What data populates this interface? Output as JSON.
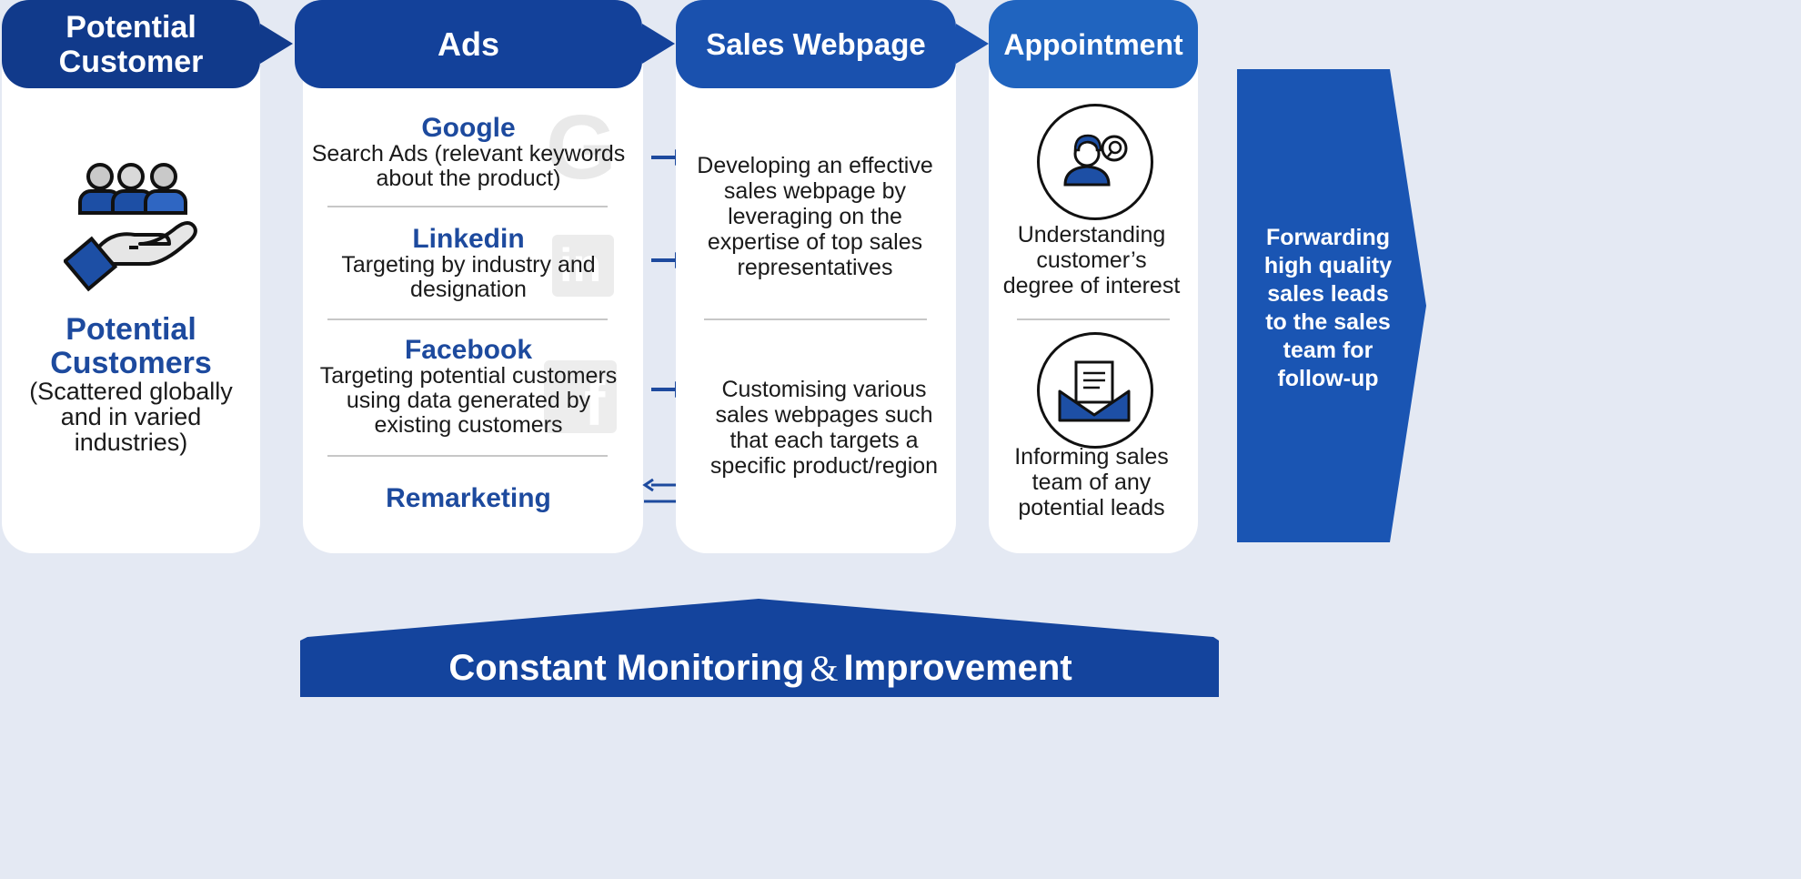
{
  "colors": {
    "background": "#e4e9f3",
    "card": "#ffffff",
    "header_1": "#113a8b",
    "header_2": "#13419a",
    "header_3": "#1a51ae",
    "header_4": "#2064bf",
    "accent_text": "#1d4a9e",
    "final_block": "#1a55b3",
    "bottom_banner": "#14449d"
  },
  "columns": {
    "potential_customer": {
      "header": "Potential\nCustomer",
      "title": "Potential\nCustomers",
      "description": "(Scattered globally\nand in varied\nindustries)",
      "icon": "people-in-hand-icon"
    },
    "ads": {
      "header": "Ads",
      "items": [
        {
          "title": "Google",
          "description": "Search Ads (relevant keywords\nabout the product)",
          "watermark": "G",
          "icon": "google-icon"
        },
        {
          "title": "Linkedin",
          "description": "Targeting by industry and\ndesignation",
          "watermark": "in",
          "icon": "linkedin-icon"
        },
        {
          "title": "Facebook",
          "description": "Targeting potential customers\nusing data generated by\nexisting customers",
          "watermark": "f",
          "icon": "facebook-icon"
        },
        {
          "title": "Remarketing"
        }
      ]
    },
    "sales_webpage": {
      "header": "Sales Webpage",
      "items": [
        {
          "description": "Developing an effective\nsales webpage by\nleveraging on the\nexpertise of top sales\nrepresentatives"
        },
        {
          "description": "Customising various\nsales webpages such\nthat each targets a\nspecific product/region"
        }
      ]
    },
    "appointment": {
      "header": "Appointment",
      "items": [
        {
          "description": "Understanding\ncustomer’s\ndegree of interest",
          "icon": "agent-search-icon"
        },
        {
          "description": "Informing sales\nteam of any\npotential leads",
          "icon": "envelope-letter-icon"
        }
      ]
    }
  },
  "final_block": {
    "text": "Forwarding\nhigh quality\nsales leads\nto the sales\nteam for\nfollow-up"
  },
  "bottom_banner": {
    "part1": "Constant Monitoring",
    "ampersand": "&",
    "part2": "Improvement"
  }
}
